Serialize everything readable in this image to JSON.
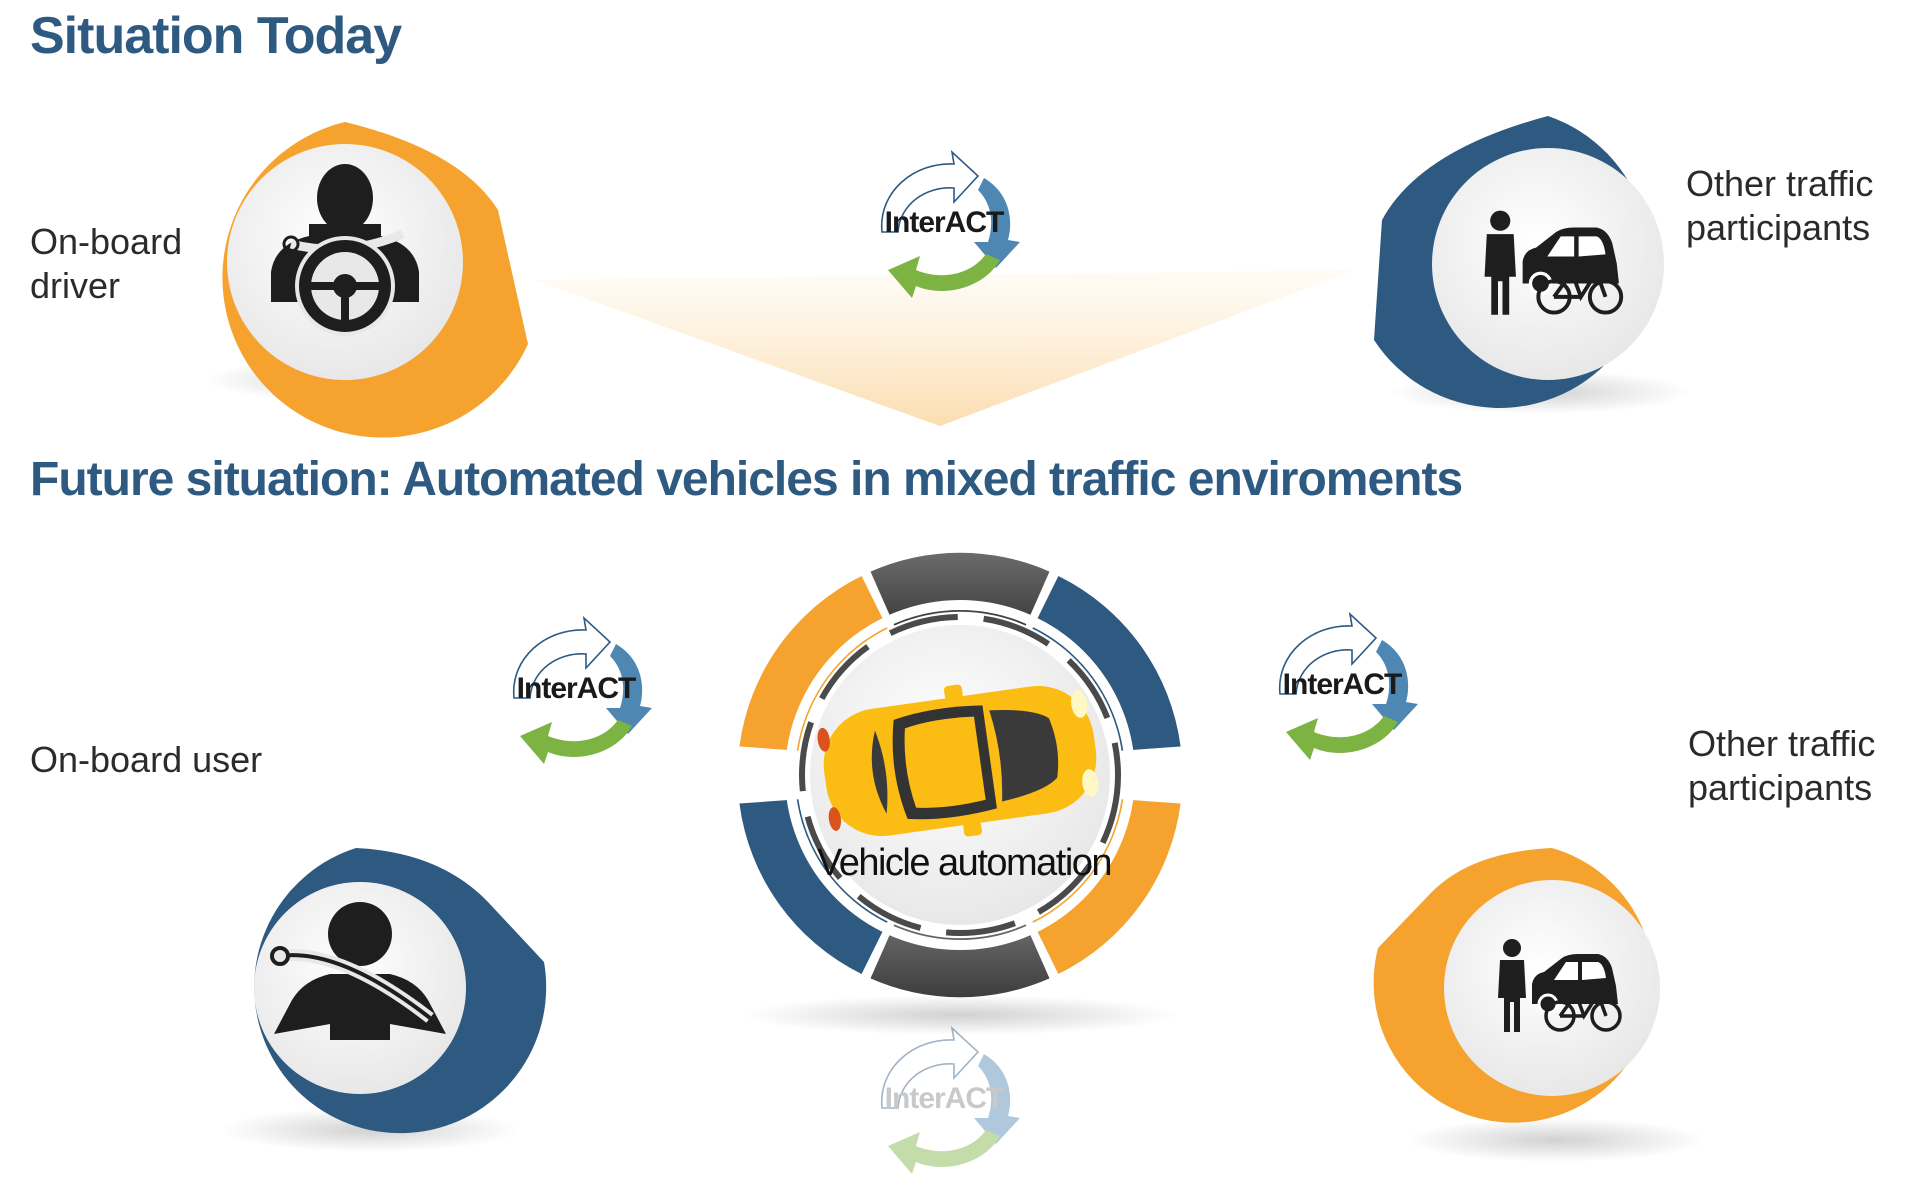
{
  "sections": {
    "today_title": "Situation Today",
    "future_title": "Future situation: Automated vehicles in mixed traffic enviroments"
  },
  "today": {
    "driver_label": [
      "On-board",
      "driver"
    ],
    "other_label": [
      "Other traffic",
      "participants"
    ],
    "driver_icon": "driver-steering-wheel-icon",
    "other_icon": "pedestrian-car-bicycle-icon"
  },
  "future": {
    "user_label": "On-board user",
    "other_label": [
      "Other traffic",
      "participants"
    ],
    "center_label": "Vehicle automation",
    "user_icon": "seatbelt-person-icon",
    "center_icon": "car-top-view-icon",
    "other_icon": "pedestrian-car-bicycle-icon"
  },
  "interaction_cycles": [
    {
      "label": "InterACT",
      "faded": false
    },
    {
      "label": "InterACT",
      "faded": false
    },
    {
      "label": "InterACT",
      "faded": false
    },
    {
      "label": "InterACT",
      "faded": true
    }
  ],
  "colors": {
    "heading": "#2e5a82",
    "orange": "#f5a32e",
    "navy": "#2e5a82",
    "dark_gray": "#4a4a4a",
    "arrow_blue": "#4f87b3",
    "arrow_green": "#7cb342",
    "car_yellow": "#fbbd14"
  }
}
